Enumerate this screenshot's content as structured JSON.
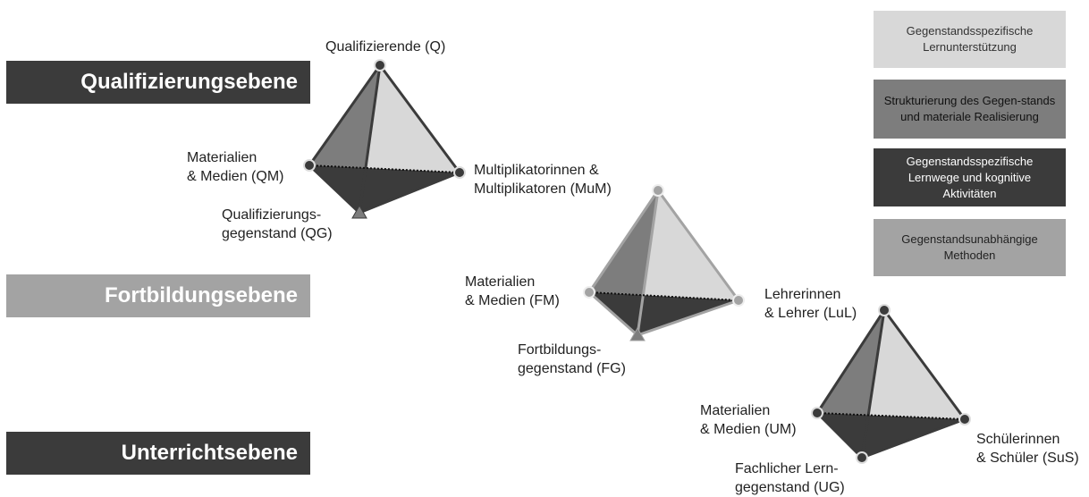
{
  "levels": {
    "qualification": "Qualifizierungsebene",
    "training": "Fortbildungsebene",
    "teaching": "Unterrichtsebene"
  },
  "legend": [
    "Gegenstandsspezifische Lernunterstützung",
    "Strukturierung des Gegen-stands und materiale Realisierung",
    "Gegenstandsspezifische Lernwege und kognitive Aktivitäten",
    "Gegenstandsunabhängige Methoden"
  ],
  "tetra_q": {
    "top": "Qualifizierende (Q)",
    "left_1": "Materialien",
    "left_2": "& Medien (QM)",
    "right_1": "Multiplikatorinnen &",
    "right_2": "Multiplikatoren (MuM)",
    "bottom_1": "Qualifizierungs-",
    "bottom_2": "gegenstand (QG)"
  },
  "tetra_f": {
    "left_1": "Materialien",
    "left_2": "& Medien (FM)",
    "right_1": "Lehrerinnen",
    "right_2": "& Lehrer (LuL)",
    "bottom_1": "Fortbildungs-",
    "bottom_2": "gegenstand (FG)"
  },
  "tetra_u": {
    "left_1": "Materialien",
    "left_2": "& Medien (UM)",
    "right_1": "Schülerinnen",
    "right_2": "& Schüler (SuS)",
    "bottom_1": "Fachlicher Lern-",
    "bottom_2": "gegenstand (UG)"
  },
  "colors": {
    "dark": "#3b3b3b",
    "medium": "#7d7d7d",
    "light": "#d8d8d8",
    "gray": "#a3a3a3"
  }
}
